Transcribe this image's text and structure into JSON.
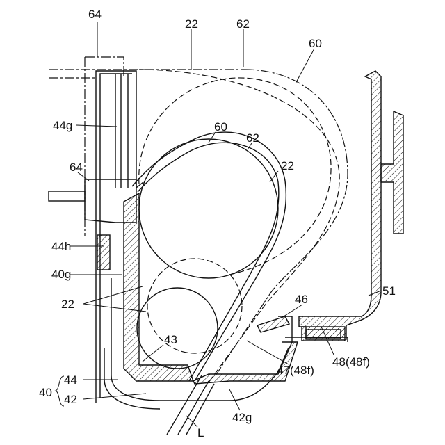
{
  "labels": {
    "l64_top": "64",
    "l22_top": "22",
    "l62_top": "62",
    "l60_top": "60",
    "l44g": "44g",
    "l60_mid": "60",
    "l62_mid": "62",
    "l22_mid": "22",
    "l64_mid": "64",
    "l44h": "44h",
    "l40g": "40g",
    "l22_low": "22",
    "l46": "46",
    "l51": "51",
    "l43": "43",
    "l47": "47(48f)",
    "l48": "48(48f)",
    "l44": "44",
    "l40": "40",
    "l42": "42",
    "l42g": "42g",
    "lL": "L"
  }
}
